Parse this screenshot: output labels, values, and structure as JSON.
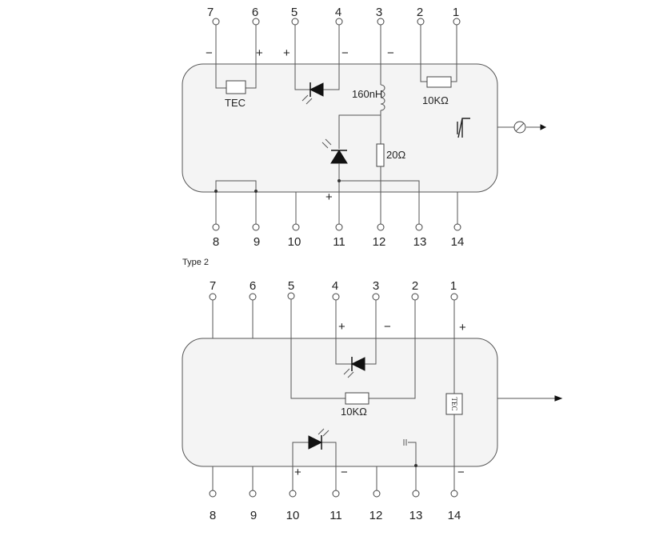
{
  "section_label": "Type 2",
  "type1": {
    "top_pins": [
      "7",
      "6",
      "5",
      "4",
      "3",
      "2",
      "1"
    ],
    "bottom_pins": [
      "8",
      "9",
      "10",
      "11",
      "12",
      "13",
      "14"
    ],
    "polarity_top": [
      "−",
      "+",
      "+",
      "−",
      "−"
    ],
    "polarity_bottom": [
      "+"
    ],
    "labels": {
      "tec": "TEC",
      "inductor": "160nH",
      "thermistor": "10KΩ",
      "resistor": "20Ω"
    }
  },
  "type2": {
    "top_pins": [
      "7",
      "6",
      "5",
      "4",
      "3",
      "2",
      "1"
    ],
    "bottom_pins": [
      "8",
      "9",
      "10",
      "11",
      "12",
      "13",
      "14"
    ],
    "polarity_top": [
      "+",
      "−",
      "+"
    ],
    "polarity_bottom": [
      "+",
      "−",
      "−"
    ],
    "labels": {
      "thermistor": "10KΩ",
      "tec": "TEC"
    }
  }
}
